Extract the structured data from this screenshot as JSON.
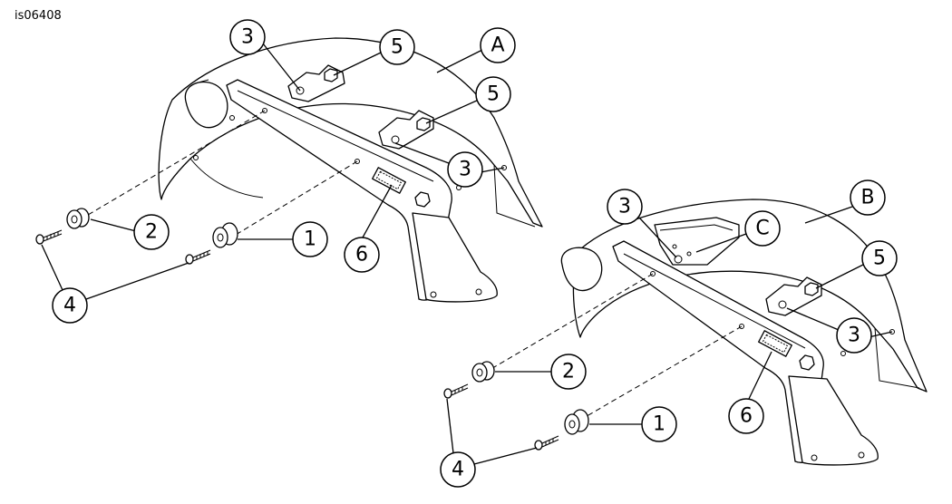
{
  "figure_id": "is06408",
  "views": [
    {
      "name": "view-a",
      "label": "A",
      "callouts": [
        "1",
        "2",
        "3",
        "3",
        "4",
        "5",
        "5",
        "6"
      ]
    },
    {
      "name": "view-b",
      "label": "B",
      "detail_label": "C",
      "callouts": [
        "1",
        "2",
        "3",
        "3",
        "4",
        "5",
        "6"
      ]
    }
  ]
}
